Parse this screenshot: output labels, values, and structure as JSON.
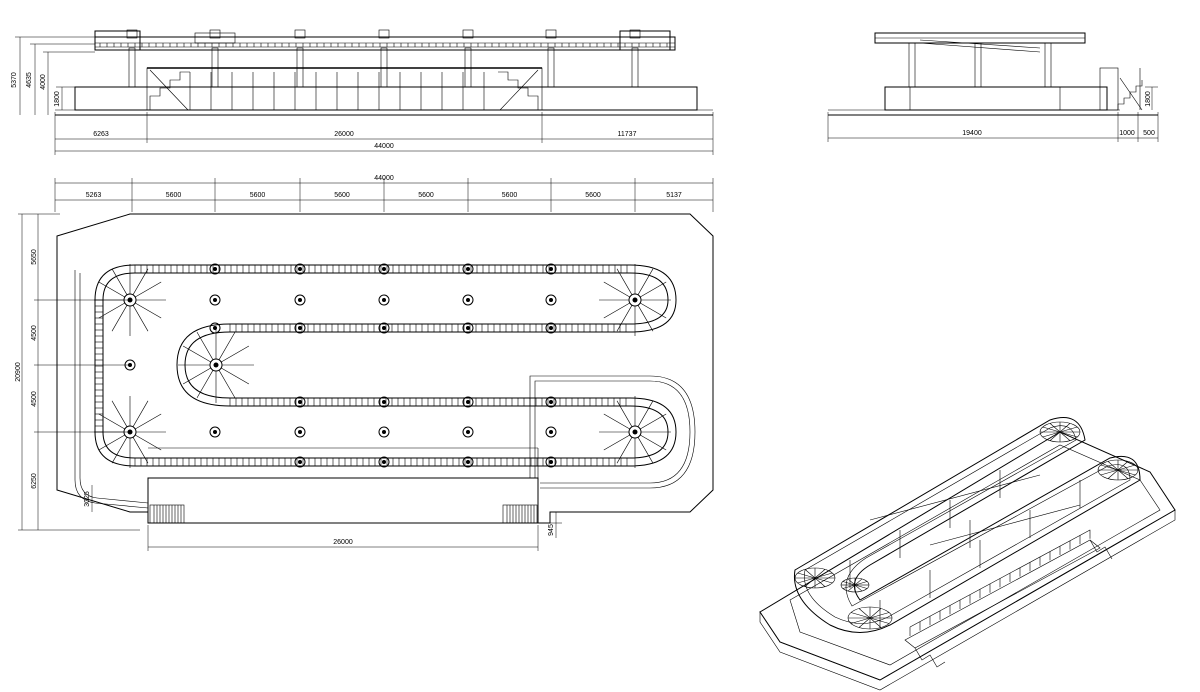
{
  "front_view": {
    "height_dims": [
      "5370",
      "4635",
      "4000",
      "1800"
    ],
    "width_dims": [
      "6263",
      "26000",
      "11737"
    ],
    "overall": "44000"
  },
  "side_view": {
    "height_dim": "1800",
    "width_dims": [
      "19400",
      "1000",
      "500"
    ]
  },
  "plan_view": {
    "overall": "44000",
    "spans": [
      "5263",
      "5600",
      "5600",
      "5600",
      "5600",
      "5600",
      "5600",
      "5137"
    ],
    "height_dims": [
      "5650",
      "4500",
      "4500",
      "6250"
    ],
    "total_height": "20900",
    "bottom_dims": [
      "3025",
      "945"
    ],
    "bottom_length": "26000"
  }
}
